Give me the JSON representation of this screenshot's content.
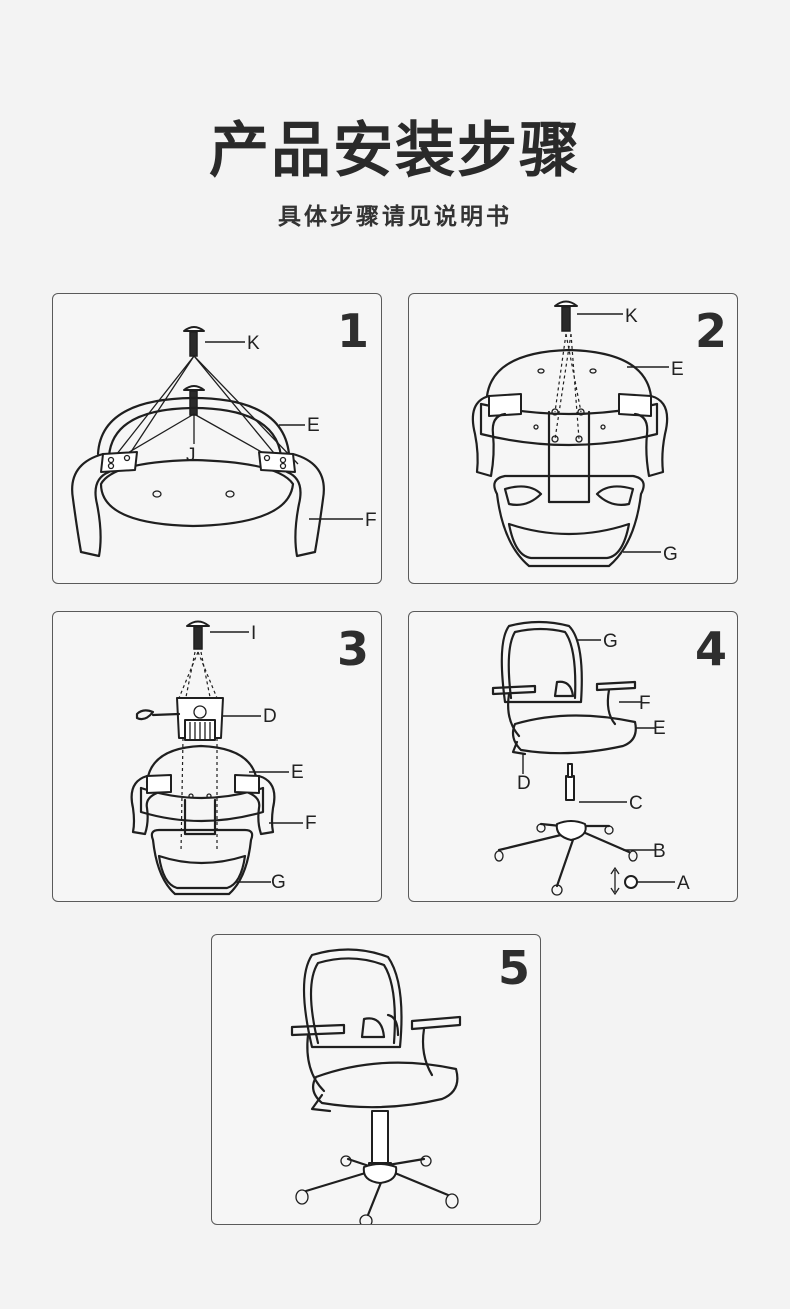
{
  "header": {
    "title": "产品安装步骤",
    "subtitle": "具体步骤请见说明书"
  },
  "steps": [
    {
      "number": "1",
      "labels": [
        "K",
        "E",
        "J",
        "F"
      ]
    },
    {
      "number": "2",
      "labels": [
        "K",
        "E",
        "G"
      ]
    },
    {
      "number": "3",
      "labels": [
        "I",
        "D",
        "E",
        "F",
        "G"
      ]
    },
    {
      "number": "4",
      "labels": [
        "G",
        "F",
        "E",
        "D",
        "C",
        "B",
        "A"
      ]
    },
    {
      "number": "5",
      "labels": []
    }
  ],
  "colors": {
    "background": "#f3f3f3",
    "line": "#1f1f1f",
    "text": "#2a2a2a"
  }
}
